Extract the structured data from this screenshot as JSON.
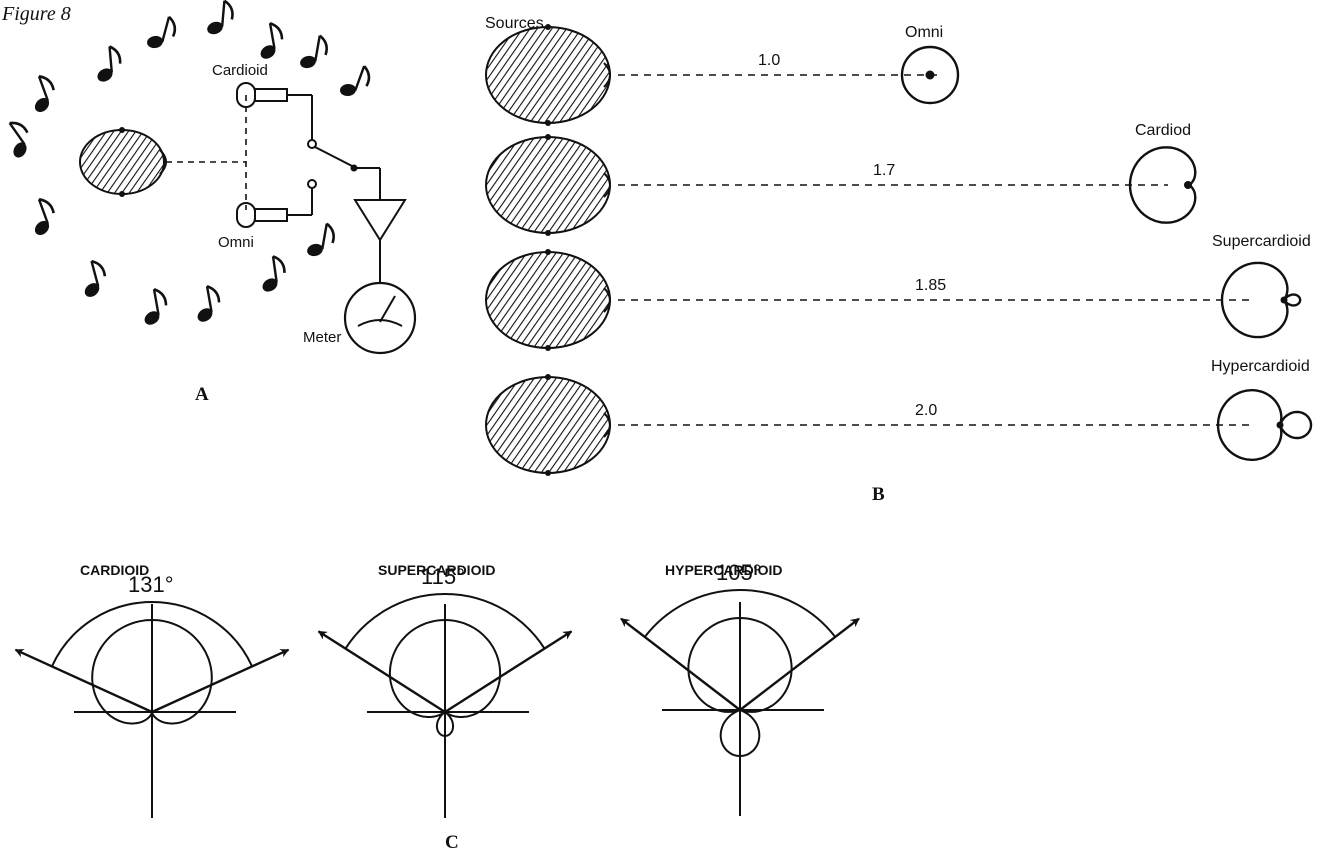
{
  "figure_title": "Figure 8",
  "panel_a": {
    "label": "A",
    "cardioid_label": "Cardioid",
    "omni_label": "Omni",
    "meter_label": "Meter"
  },
  "panel_b": {
    "label": "B",
    "sources_label": "Sources",
    "rows": [
      {
        "pattern": "Omni",
        "distance": "1.0"
      },
      {
        "pattern": "Cardiod",
        "distance": "1.7"
      },
      {
        "pattern": "Supercardioid",
        "distance": "1.85"
      },
      {
        "pattern": "Hypercardioid",
        "distance": "2.0"
      }
    ]
  },
  "panel_c": {
    "label": "C",
    "patterns": [
      {
        "title": "CARDIOID",
        "angle": "131°"
      },
      {
        "title": "SUPERCARDIOID",
        "angle": "115°"
      },
      {
        "title": "HYPERCARDIOID",
        "angle": "105°"
      }
    ]
  }
}
